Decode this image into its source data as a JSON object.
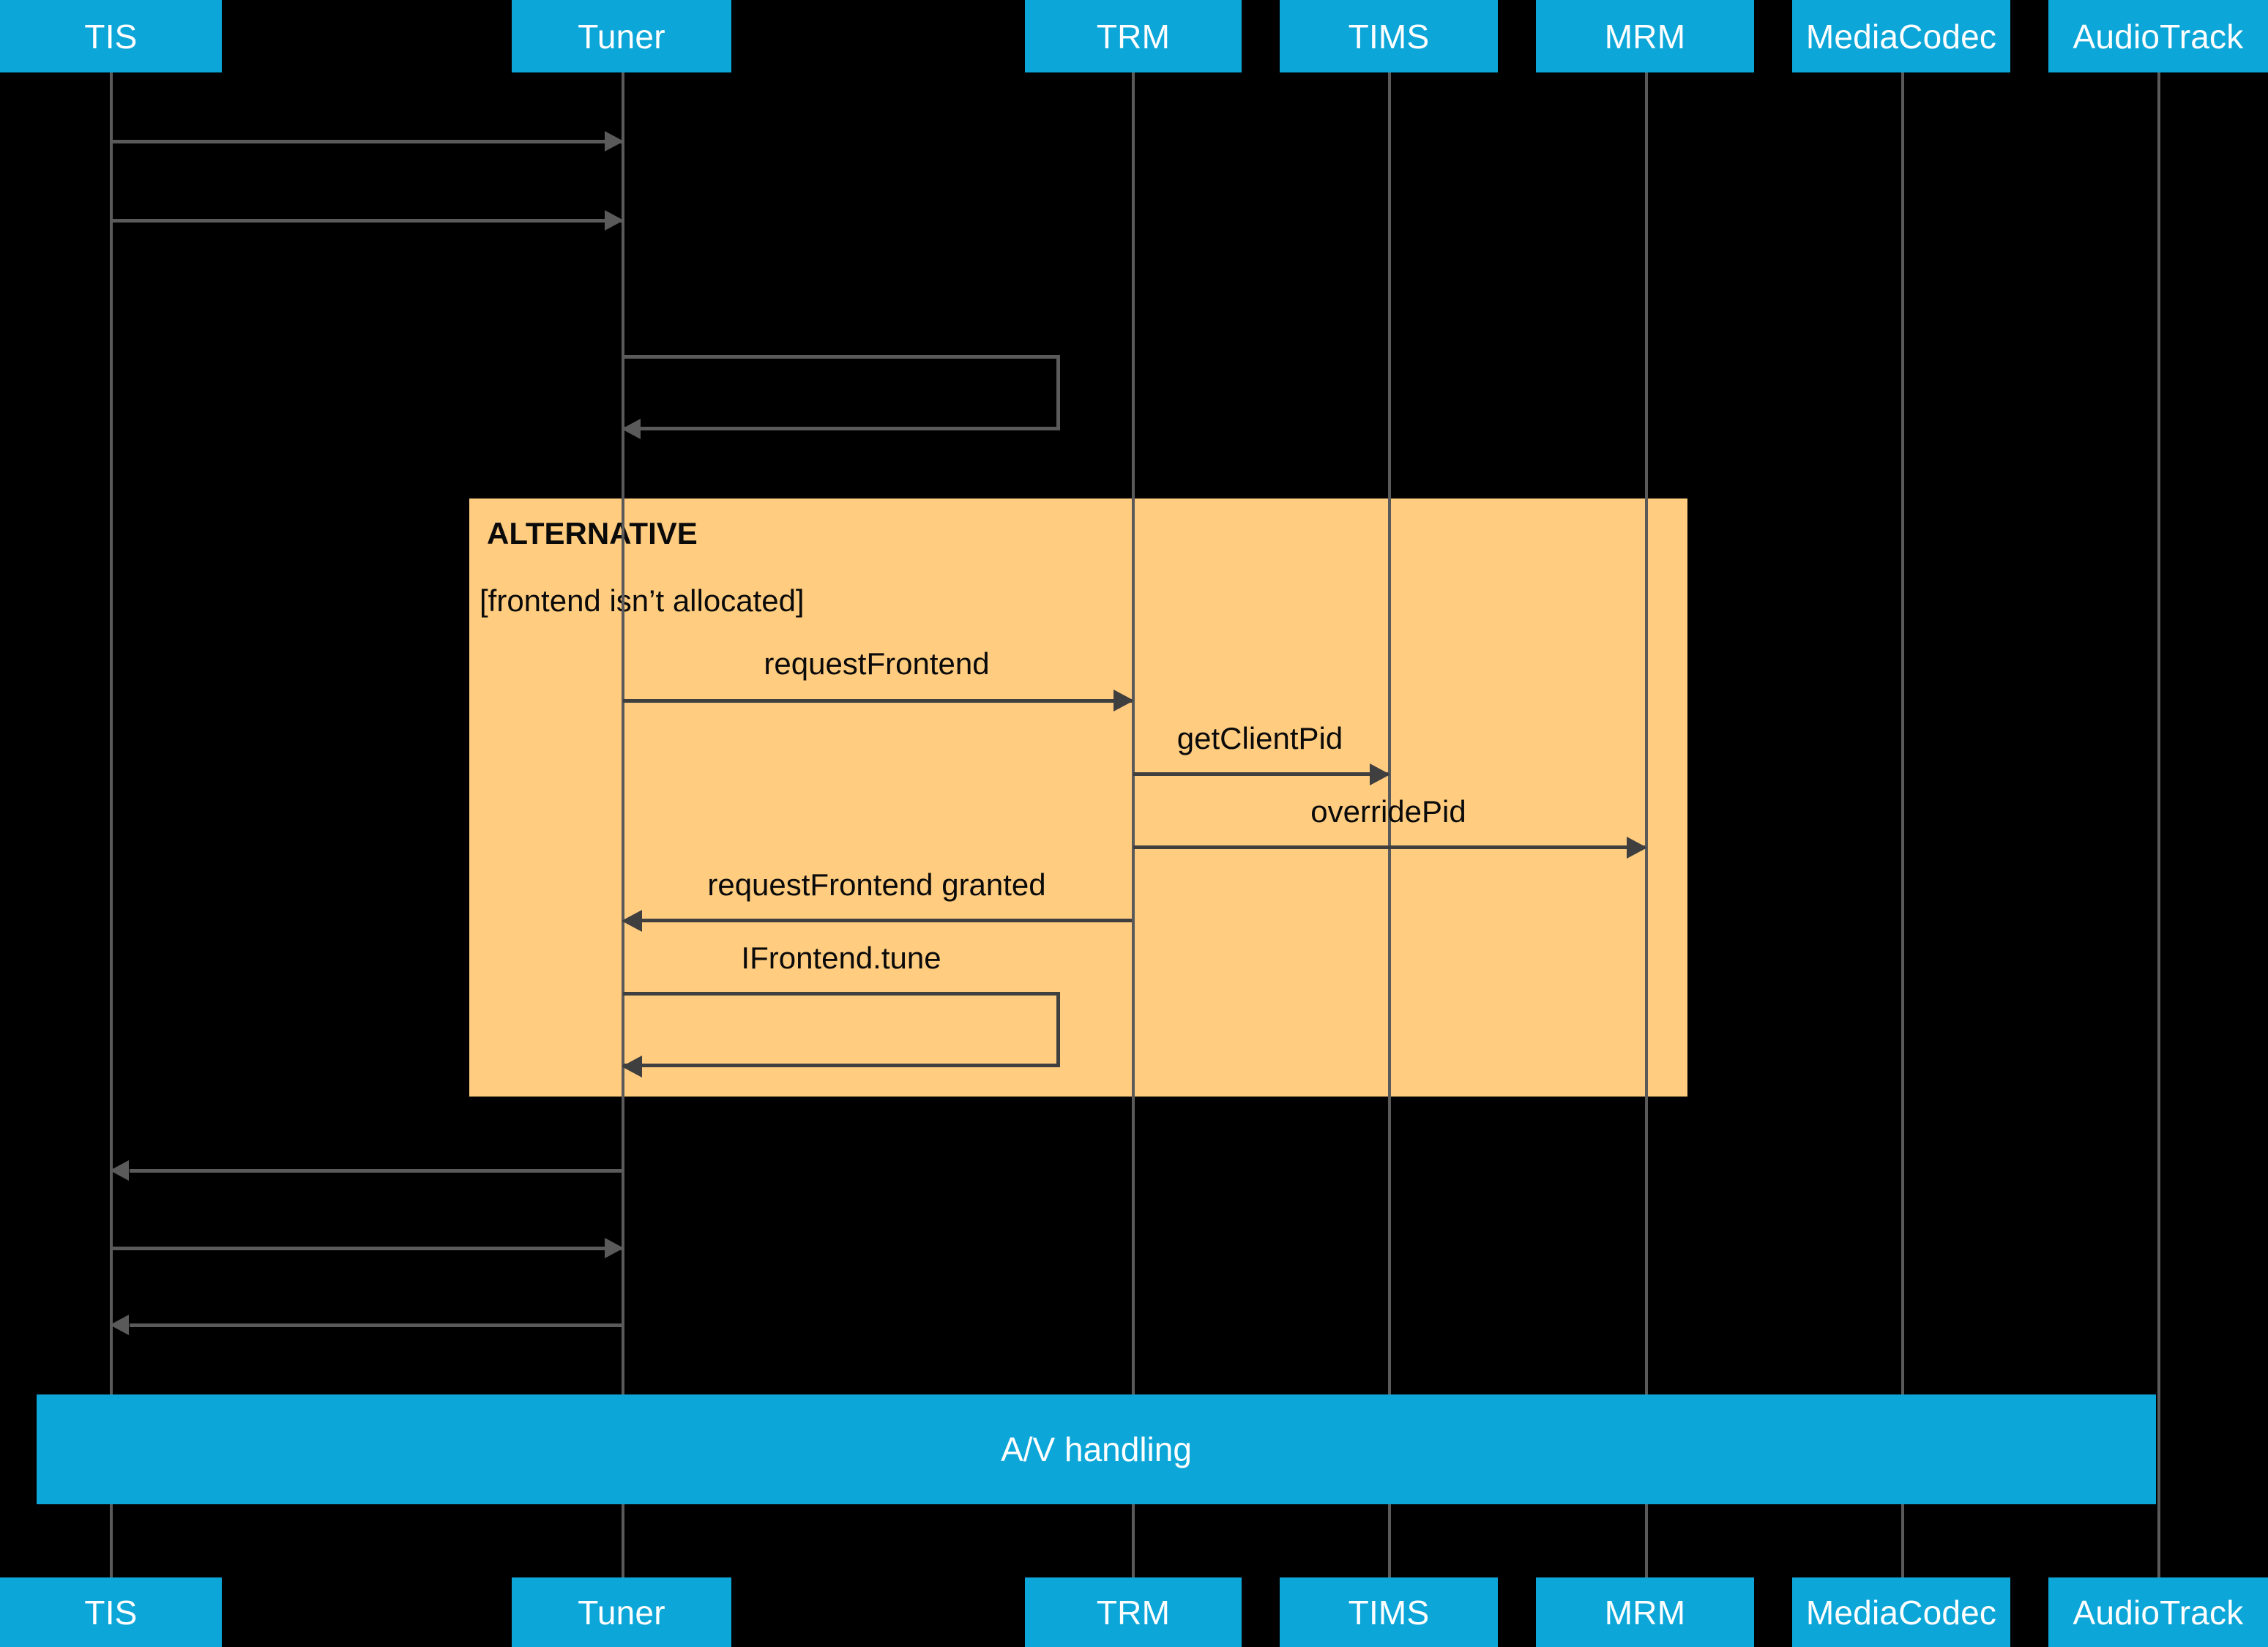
{
  "diagram": {
    "type": "uml-sequence-diagram",
    "background_color": "#000000",
    "participant_color": "#0ca6d8",
    "fragment_color": "#ffcc80",
    "arrow_color": "#3f3f3f",
    "dim_arrow_color": "#5a5a5a"
  },
  "participants": [
    {
      "name": "TIS"
    },
    {
      "name": "Tuner"
    },
    {
      "name": "TRM"
    },
    {
      "name": "TIMS"
    },
    {
      "name": "MRM"
    },
    {
      "name": "MediaCodec"
    },
    {
      "name": "AudioTrack"
    }
  ],
  "fragment": {
    "operator": "ALTERNATIVE",
    "guard": "[frontend isn’t allocated]"
  },
  "messages": [
    {
      "label": "",
      "from": "TIS",
      "to": "Tuner",
      "direction": "right",
      "style": "dim"
    },
    {
      "label": "",
      "from": "TIS",
      "to": "Tuner",
      "direction": "right",
      "style": "dim"
    },
    {
      "label": "",
      "from": "Tuner",
      "to": "Tuner",
      "direction": "self",
      "style": "dim"
    },
    {
      "label": "requestFrontend",
      "from": "Tuner",
      "to": "TRM",
      "direction": "right",
      "style": "dark"
    },
    {
      "label": "getClientPid",
      "from": "TRM",
      "to": "TIMS",
      "direction": "right",
      "style": "dark"
    },
    {
      "label": "overridePid",
      "from": "TRM",
      "to": "MRM",
      "direction": "right",
      "style": "dark"
    },
    {
      "label": "requestFrontend granted",
      "from": "TRM",
      "to": "Tuner",
      "direction": "left",
      "style": "dark"
    },
    {
      "label": "IFrontend.tune",
      "from": "Tuner",
      "to": "Tuner",
      "direction": "self",
      "style": "dark"
    },
    {
      "label": "",
      "from": "Tuner",
      "to": "TIS",
      "direction": "left",
      "style": "dim"
    },
    {
      "label": "",
      "from": "TIS",
      "to": "Tuner",
      "direction": "right",
      "style": "dim"
    },
    {
      "label": "",
      "from": "Tuner",
      "to": "TIS",
      "direction": "left",
      "style": "dim"
    }
  ],
  "banner": {
    "label": "A/V handling"
  }
}
